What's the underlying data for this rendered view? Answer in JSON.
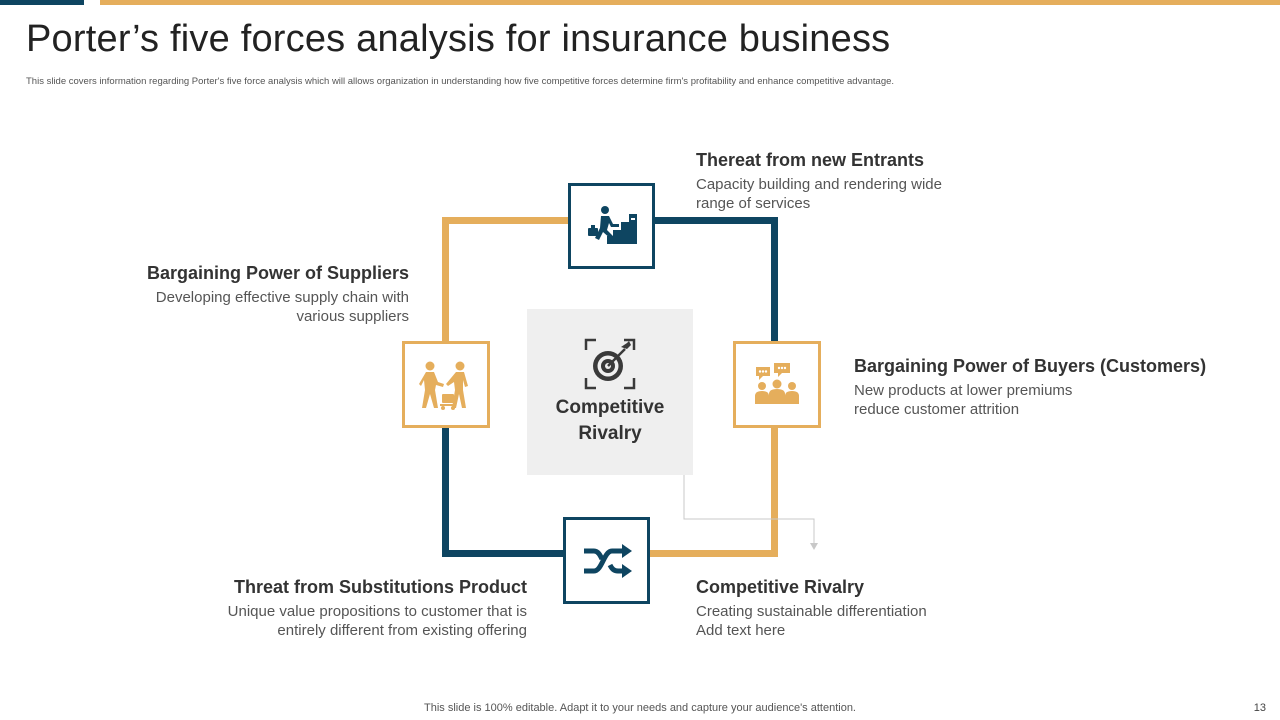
{
  "slide": {
    "title": "Porter’s five forces analysis for insurance business",
    "subtitle": "This slide covers information regarding Porter's five force analysis which will allows organization in understanding how five competitive forces determine firm's profitability and enhance competitive advantage.",
    "footer": "This slide is 100% editable. Adapt it to your needs and capture your audience's attention.",
    "page_number": "13"
  },
  "colors": {
    "gold": "#E5AE5C",
    "navy": "#0E4561",
    "center_bg": "#EFEFEF"
  },
  "center": {
    "icon": "target-icon",
    "label": "Competitive Rivalry"
  },
  "forces": {
    "new_entrants": {
      "icon": "climbing-stairs-icon",
      "title": "Thereat from new Entrants",
      "desc_line1": "Capacity building and rendering wide",
      "desc_line2": "range of services"
    },
    "suppliers": {
      "icon": "delivery-handover-icon",
      "title": "Bargaining Power of Suppliers",
      "desc_line1": "Developing effective supply chain with",
      "desc_line2": "various suppliers"
    },
    "buyers": {
      "icon": "customer-group-icon",
      "title": "Bargaining Power of Buyers (Customers)",
      "desc_line1": "New products at lower premiums",
      "desc_line2": "reduce customer attrition"
    },
    "substitutes": {
      "icon": "shuffle-arrows-icon",
      "title": "Threat from Substitutions Product",
      "desc_line1": "Unique value propositions to customer that is",
      "desc_line2": "entirely different from existing offering"
    },
    "rivalry": {
      "title": "Competitive Rivalry",
      "desc_line1": "Creating sustainable differentiation",
      "desc_line2": "Add text here"
    }
  }
}
